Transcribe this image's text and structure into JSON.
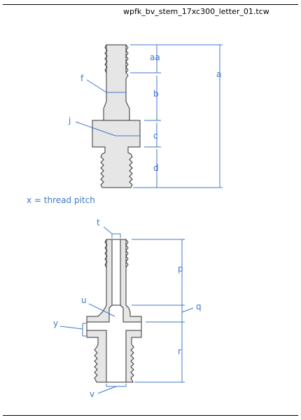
{
  "header": {
    "filename": "wpfk_bv_stem_17xc300_letter_01.tcw"
  },
  "note": "x = thread pitch",
  "top_diagram": {
    "labels": {
      "aa": "aa",
      "a": "a",
      "b": "b",
      "c": "c",
      "d": "d",
      "f": "f",
      "j": "j"
    }
  },
  "bottom_diagram": {
    "labels": {
      "t": "t",
      "p": "p",
      "q": "q",
      "r": "r",
      "u": "u",
      "y": "y",
      "v": "v"
    }
  },
  "colors": {
    "dimension": "#3d78c8",
    "part_fill": "#e6e6e6",
    "outline": "#333333"
  }
}
